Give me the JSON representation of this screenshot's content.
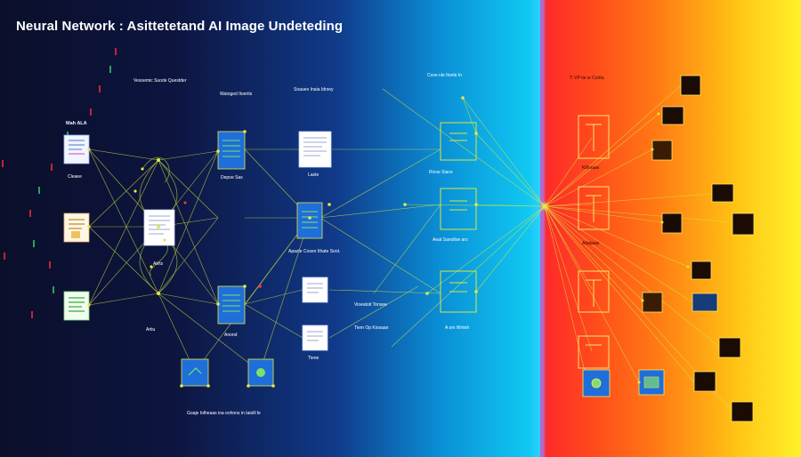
{
  "title": "Neural Network : Asittetetand AI Image Undeteding",
  "colors": {
    "line": "#d8e83a",
    "node": "#e8e64a",
    "doc_fill": "#f2f5ff",
    "panel_blue": "#1e6fd9",
    "dark_tile": "#1a0c04",
    "divider": "#b868c8"
  },
  "labels": {
    "input": "Mah ALA",
    "desc_left": "Vesoemic Suode Questder",
    "desc_mid": "Watoged Itoerits",
    "desc_mid2": "Soauee Inaia Idrsey",
    "desc_right": "Cove nle Itonle In",
    "desc_far": "T: VP ite ie Curita",
    "in_caption": "Cleaee",
    "node_caption": "Aiirts",
    "out_caption": "Artiu",
    "p1_caption": "Depoe Sas",
    "p2_caption": "Apazte Cosen Ithate Soot.",
    "p3_caption": "Anond",
    "d1_caption": "Laste",
    "d2_caption": "Tiene",
    "mid_caption1": "Vioeatoit Tonsee",
    "mid_caption2": "Tiem Op Kiosaan",
    "r1_caption": "Ricoe Siace",
    "r2_caption": "Aeat Sanolloe aro",
    "r3_caption": "A om Wnteh",
    "f1_caption": "Kilhoaae",
    "f2_caption": "Adaiaaio",
    "bottom_caption": "Goaje Iolheaas ioa eohnns in Iaiolil le"
  },
  "icons": [
    "document-icon",
    "gear-icon",
    "circuit-icon",
    "monitor-icon"
  ]
}
